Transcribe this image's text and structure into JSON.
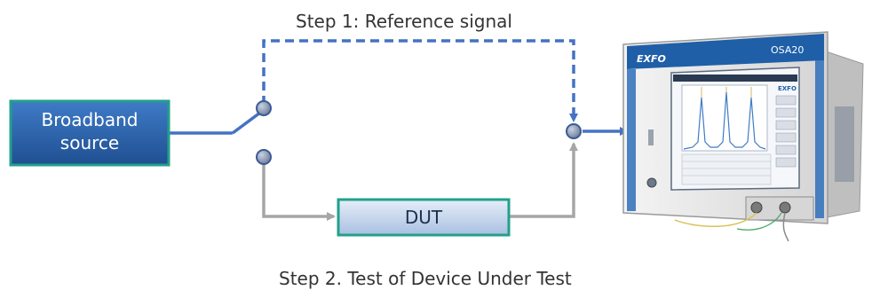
{
  "captions": {
    "step1": "Step 1: Reference signal",
    "step2": "Step 2. Test of Device Under Test"
  },
  "source_box": {
    "line1": "Broadband",
    "line2": "source"
  },
  "dut_box": {
    "label": "DUT"
  },
  "instrument": {
    "brand": "EXFO",
    "model": "OSA20",
    "screen_brand": "EXFO"
  },
  "colors": {
    "reference_path": "#4472c4",
    "test_path": "#a6a6a6",
    "box_border": "#21a08a",
    "source_fill": "#2e63ac",
    "dut_fill": "#c5d6ee",
    "node_fill": "#8c9bb8"
  }
}
